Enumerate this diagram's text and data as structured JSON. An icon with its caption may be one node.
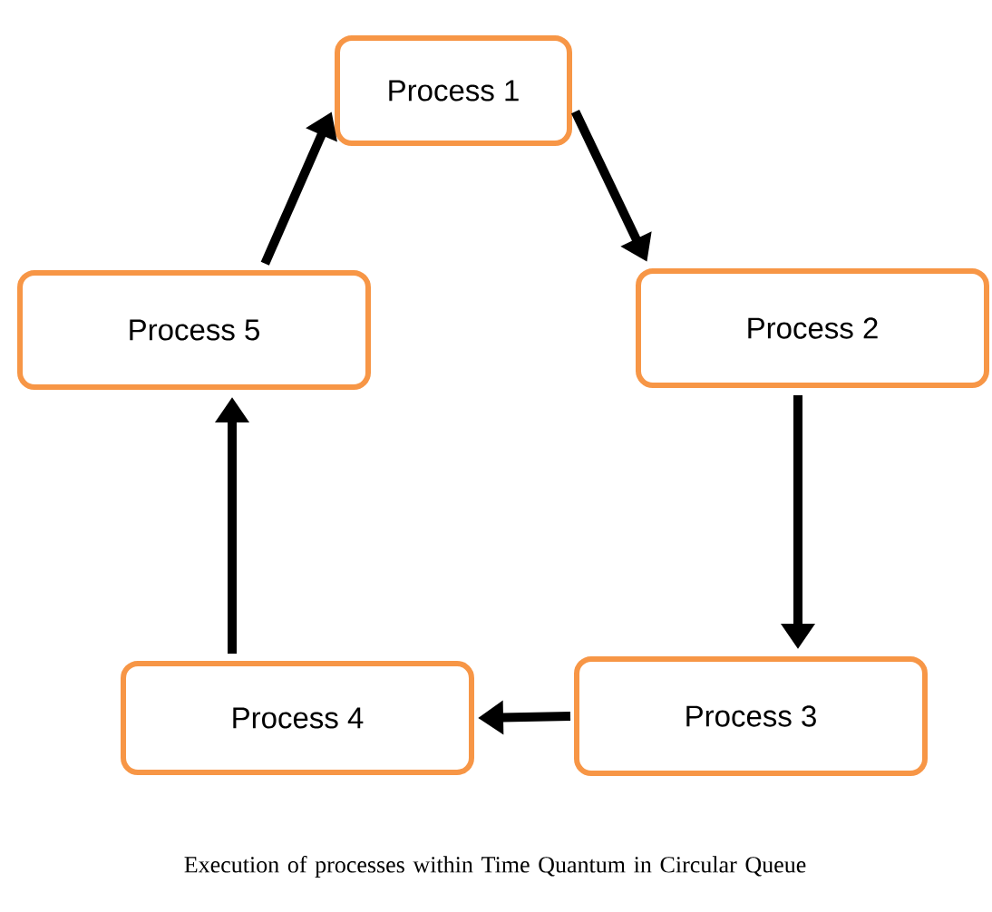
{
  "diagram": {
    "caption": "Execution of processes within Time Quantum in Circular Queue",
    "nodes": [
      {
        "text": [
          "Process 1"
        ]
      },
      {
        "text": [
          "Process 2"
        ]
      },
      {
        "text": [
          "Process 3"
        ]
      },
      {
        "text": [
          "Process 4"
        ]
      },
      {
        "text": [
          "Process 5"
        ]
      }
    ],
    "edges": [
      {
        "from": 0,
        "to": 1,
        "arrow": "to"
      },
      {
        "from": 1,
        "to": 2,
        "arrow": "to"
      },
      {
        "from": 2,
        "to": 3,
        "arrow": "to"
      },
      {
        "from": 3,
        "to": 4,
        "arrow": "to"
      },
      {
        "from": 4,
        "to": 0,
        "arrow": "to"
      }
    ]
  }
}
